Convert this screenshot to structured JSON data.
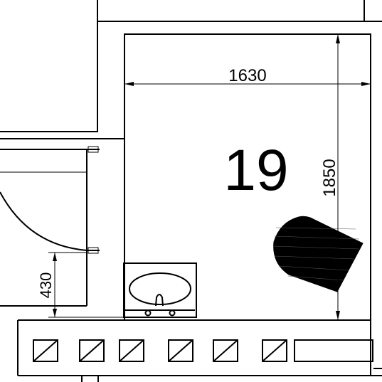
{
  "room": {
    "number": "19"
  },
  "dimensions": {
    "width": "1630",
    "height": "1850",
    "sink_depth": "430"
  }
}
